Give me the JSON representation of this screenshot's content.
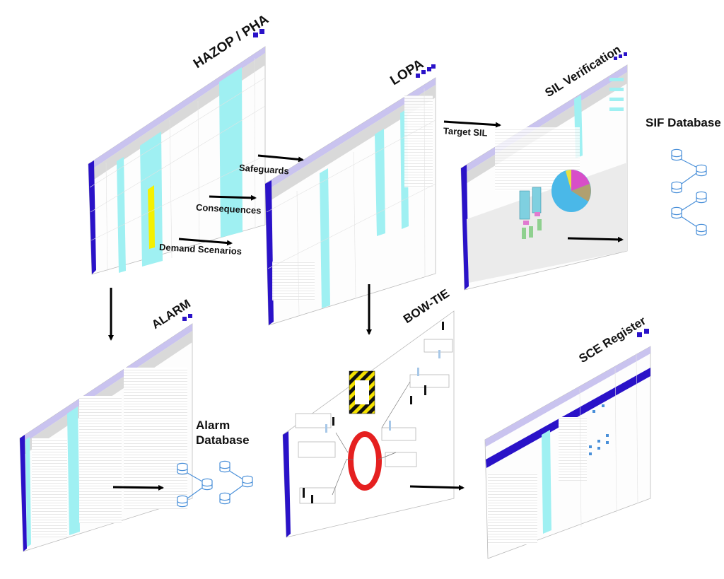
{
  "panels": {
    "hazop": {
      "title": "HAZOP / PHA"
    },
    "lopa": {
      "title": "LOPA"
    },
    "sil": {
      "title": "SIL Verification"
    },
    "alarm": {
      "title": "ALARM"
    },
    "bowtie": {
      "title": "BOW-TIE"
    },
    "sce": {
      "title": "SCE Register"
    }
  },
  "flows": {
    "safeguards": "Safeguards",
    "consequences": "Consequences",
    "demand_scenarios": "Demand Scenarios",
    "target_sil": "Target SIL"
  },
  "databases": {
    "sif": "SIF Database",
    "alarm_line1": "Alarm",
    "alarm_line2": "Database"
  },
  "colors": {
    "accent": "#2a12c8",
    "highlight_column": "#9ff0f2",
    "yellow_cell": "#f4f000",
    "db_icon": "#4a90d9",
    "arrow": "#000000"
  }
}
